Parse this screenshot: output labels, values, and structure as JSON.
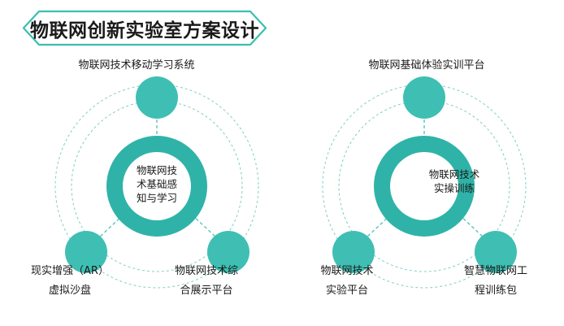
{
  "header": {
    "title": "物联网创新实验室方案设计",
    "banner_border_color": "#3ABFB2",
    "title_color": "#1a1a1a"
  },
  "theme": {
    "node_fill": "#3FBFB3",
    "ring_fill": "#2FB3A8",
    "dashed_circle_color": "#7FCFC8",
    "connector_color": "#5BC4BB",
    "background": "#ffffff"
  },
  "diagrams": [
    {
      "id": "diagram-left",
      "hub_label": "物联网技\n术基础感\n知与学习",
      "nodes": [
        {
          "position": "top",
          "label": "物联网技术移动学习系统"
        },
        {
          "position": "bottom-left",
          "label": "现实增强（AR）\n虚拟沙盘"
        },
        {
          "position": "bottom-right",
          "label": "物联网技术综\n合展示平台"
        }
      ]
    },
    {
      "id": "diagram-right",
      "hub_label": "物联网技术\n实操训练",
      "nodes": [
        {
          "position": "top",
          "label": "物联网基础体验实训平台"
        },
        {
          "position": "bottom-left",
          "label": "物联网技术\n实验平台"
        },
        {
          "position": "bottom-right",
          "label": "智慧物联网工\n程训练包"
        }
      ]
    }
  ]
}
